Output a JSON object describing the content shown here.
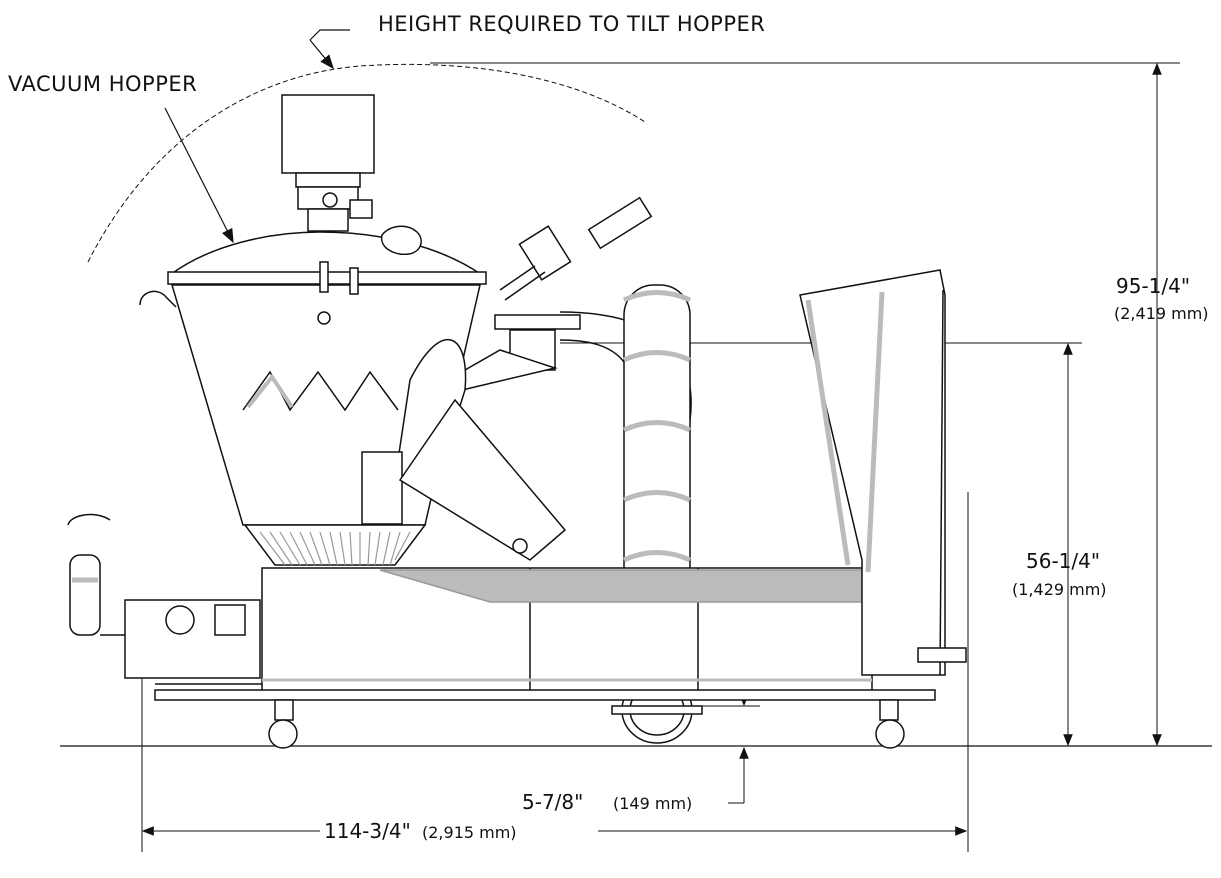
{
  "labels": {
    "height_to_tilt": "HEIGHT REQUIRED TO TILT HOPPER",
    "vacuum_hopper": "VACUUM HOPPER"
  },
  "dimensions": {
    "total_height": {
      "value": "95-1/4\"",
      "metric": "(2,419 mm)"
    },
    "inlet_height": {
      "value": "56-1/4\"",
      "metric": "(1,429 mm)"
    },
    "ground_clearance": {
      "value": "5-7/8\"",
      "metric": "(149 mm)"
    },
    "overall_length": {
      "value": "114-3/4\"",
      "metric": "(2,915 mm)"
    }
  },
  "colors": {
    "line": "#111111",
    "shade": "#bbbbbb",
    "background": "#ffffff"
  }
}
